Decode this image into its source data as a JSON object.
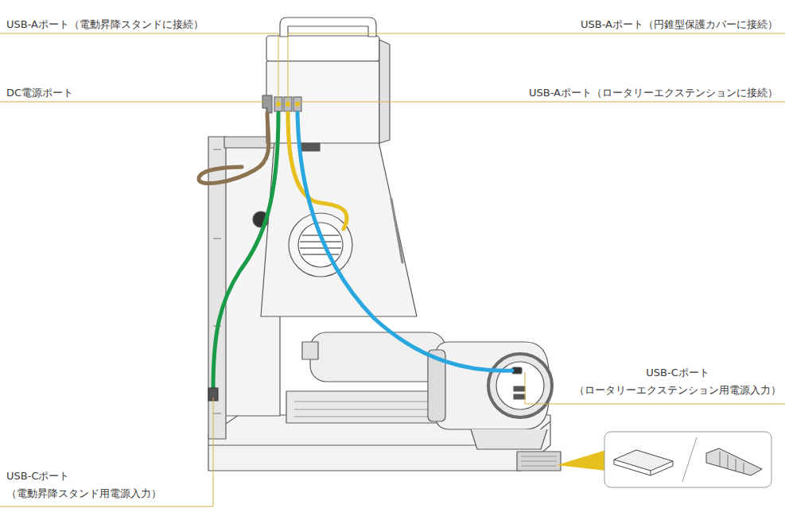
{
  "diagram": {
    "labels": [
      "USB-Aポート（電動昇降スタンドに接続）",
      "USB-Aポート（円錐型保護カバーに接続）",
      "DC電源ポート",
      "USB-Aポート（ロータリーエクステンションに接続）",
      "USB-Cポート （ロータリーエクステンション用電源入力）",
      "USB-Cポート （電動昇降スタンド用電源入力）"
    ]
  }
}
